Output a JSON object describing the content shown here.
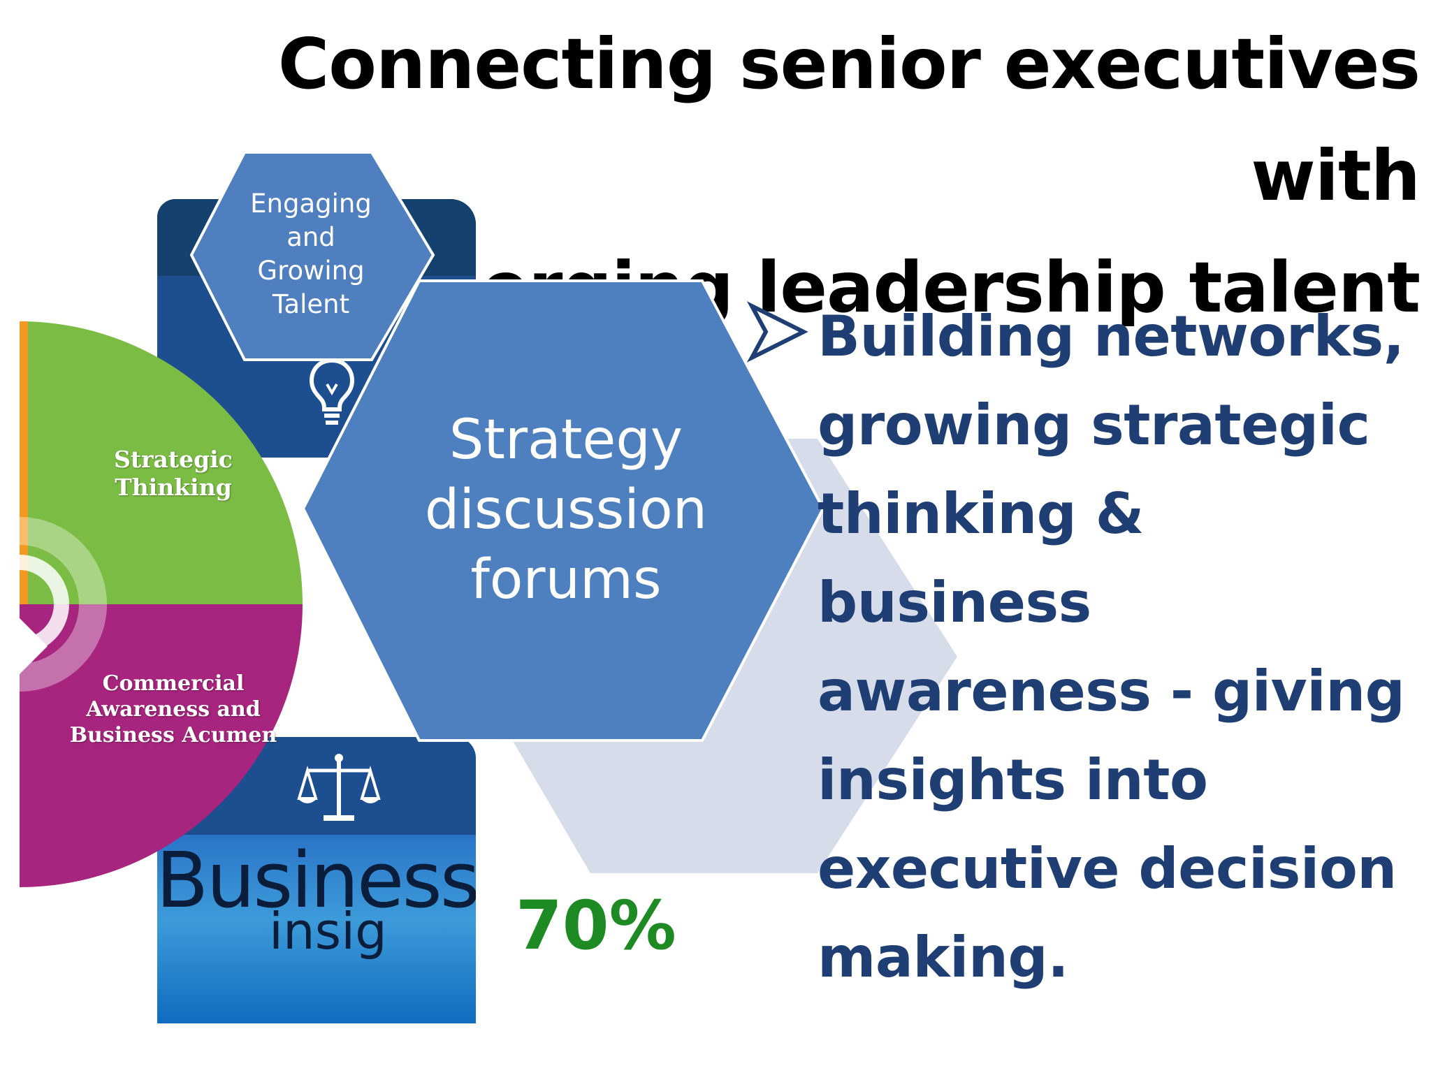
{
  "slide": {
    "title_line1": "Connecting senior executives with",
    "title_line2": "emerging leadership talent",
    "hex_top_lines": [
      "Engaging",
      "and",
      "Growing",
      "Talent"
    ],
    "hex_center_lines": [
      "Strategy",
      "discussion",
      "forums"
    ],
    "wheel": {
      "upper_label_lines": [
        "Strategic",
        "Thinking"
      ],
      "lower_label_lines": [
        "Commercial",
        "Awareness and",
        "Business Acumen"
      ],
      "colors": {
        "green": "#7bbd44",
        "magenta": "#a7257e",
        "orange": "#f29a1f"
      }
    },
    "business_image": {
      "line1": "Business",
      "line2": "insig"
    },
    "bullet_lines": [
      "Building networks,",
      "growing strategic",
      "thinking & business",
      "awareness - giving",
      "insights into",
      "executive decision",
      "making."
    ],
    "percent": "70%",
    "colors": {
      "hex_center": "#4e7fbe",
      "hex_top": "#4f7fbf",
      "hex_back": "#d6dcea",
      "bullet_text": "#1f3f74",
      "percent_text": "#1e8a24"
    },
    "icons": [
      "arrow-bullet-icon",
      "lightbulb-icon",
      "scales-icon"
    ]
  }
}
